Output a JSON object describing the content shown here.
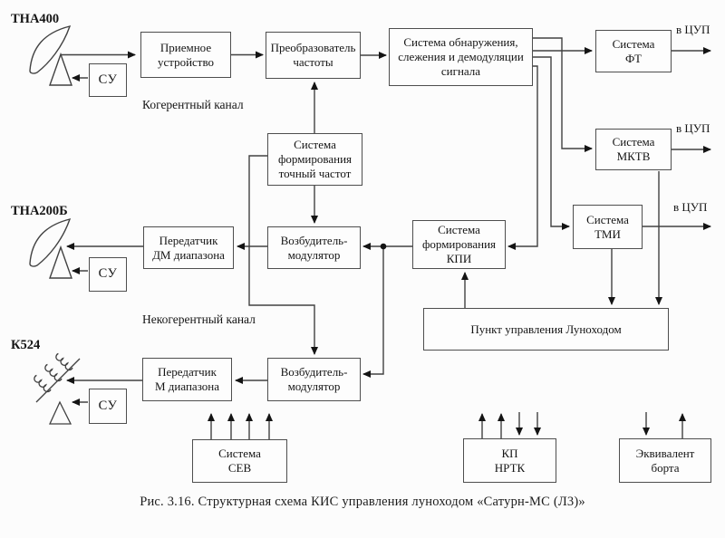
{
  "caption": "Рис. 3.16. Структурная схема КИС управления луноходом «Сатурн-МС (Л3)»",
  "antennas": {
    "tna400": "ТНА400",
    "tna200b": "ТНА200Б",
    "k524": "К524"
  },
  "channels": {
    "coherent": "Когерентный канал",
    "noncoherent": "Некогерентный канал"
  },
  "cup": {
    "ft": "в ЦУП",
    "mktv": "в ЦУП",
    "tmi": "в ЦУП"
  },
  "nodes": {
    "su1": "СУ",
    "su2": "СУ",
    "su3": "СУ",
    "receiver": "Приемное\nустройство",
    "freq_converter": "Преобразователь\nчастоты",
    "detection": "Система обнаружения,\nслежения и демодуляции\nсигнала",
    "ft": "Система\nФТ",
    "mktv": "Система\nМКТВ",
    "tmi": "Система\nТМИ",
    "precise_freq": "Система\nформирования\nточный частот",
    "exciter_mod_1": "Возбудитель-\nмодулятор",
    "kpi": "Система\nформирования\nКПИ",
    "lunokhod_control": "Пункт управления Луноходом",
    "tx_dm": "Передатчик\nДМ диапазона",
    "tx_m": "Передатчик\nМ диапазона",
    "exciter_mod_2": "Возбудитель-\nмодулятор",
    "sev": "Система\nСЕВ",
    "kp_nrtk": "КП\nНРТК",
    "board_equivalent": "Эквивалент\nборта"
  },
  "colors": {
    "line": "#414141",
    "arrowhead": "#141414",
    "text": "#151515",
    "background": "#fcfcfc"
  }
}
